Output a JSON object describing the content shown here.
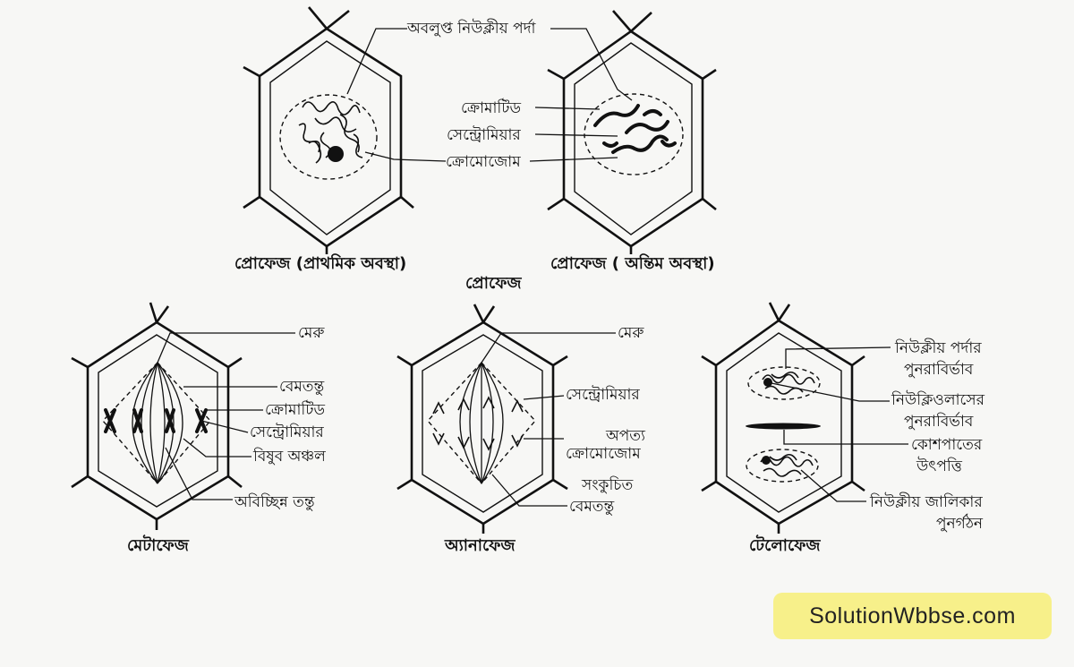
{
  "labels": {
    "disappearing_nuclear_membrane": "অবলুপ্ত নিউক্লীয় পর্দা",
    "chromatid": "ক্রোমাটিড",
    "centromere": "সেন্ট্রোমিয়ার",
    "chromosome": "ক্রোমোজোম",
    "pole_meta": "মেরু",
    "spindle_fiber": "বেমতন্তু",
    "chromatid_meta": "ক্রোমাটিড",
    "centromere_meta": "সেন্ট্রোমিয়ার",
    "equatorial_region": "বিষুব অঞ্চল",
    "continuous_fiber": "অবিচ্ছিন্ন তন্তু",
    "pole_ana": "মেরু",
    "centromere_ana": "সেন্ট্রোমিয়ার",
    "daughter_chromosome_1": "অপত্য",
    "daughter_chromosome_2": "ক্রোমোজোম",
    "contracted_1": "সংকুচিত",
    "contracted_2": "বেমতন্তু",
    "nm_reappear_1": "নিউক্লীয় পর্দার",
    "nm_reappear_2": "পুনরাবির্ভাব",
    "nucleolus_reappear_1": "নিউক্লিওলাসের",
    "nucleolus_reappear_2": "পুনরাবির্ভাব",
    "cell_plate_1": "কোশপাতের",
    "cell_plate_2": "উৎপত্তি",
    "reticulum_1": "নিউক্লীয় জালিকার",
    "reticulum_2": "পুনর্গঠন"
  },
  "captions": {
    "prophase_early": "প্রোফেজ (প্রাথমিক অবস্থা)",
    "prophase_late": "প্রোফেজ ( অন্তিম অবস্থা)",
    "prophase": "প্রোফেজ",
    "metaphase": "মেটাফেজ",
    "anaphase": "অ্যানাফেজ",
    "telophase": "টেলোফেজ"
  },
  "watermark": "SolutionWbbse.com"
}
